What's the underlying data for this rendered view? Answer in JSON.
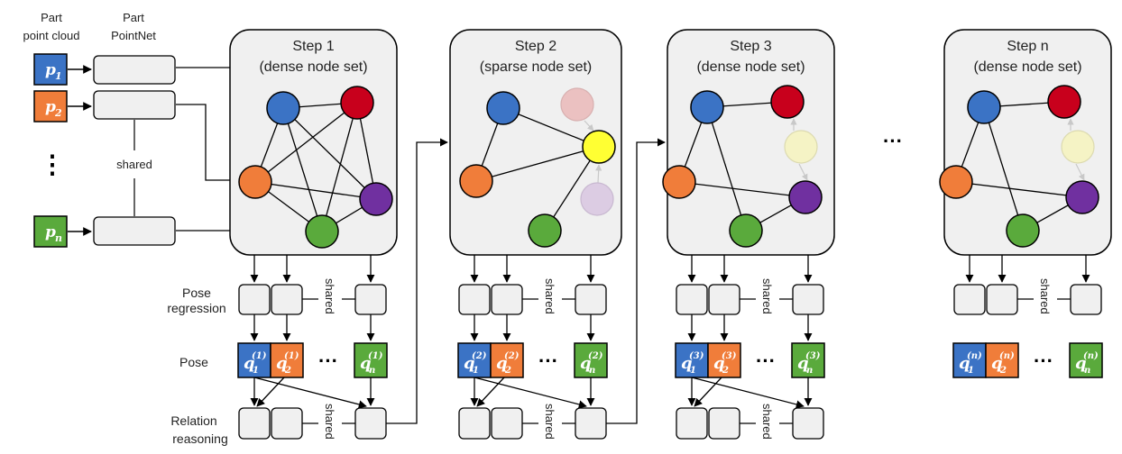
{
  "colors": {
    "blue": "#3b73c5",
    "red": "#c8001c",
    "orange": "#f07d3a",
    "purple": "#7030a0",
    "green": "#5aaa3c",
    "yellow": "#ffff33",
    "faded_red": "#ebc1c1",
    "faded_purple": "#dccce3",
    "faded_yellow": "#f5f3c5",
    "panel_fill": "#f0f0f0",
    "box_fill": "#f0f0f0",
    "stroke": "#000000"
  },
  "left": {
    "header_part": "Part",
    "header_point_cloud": "point cloud",
    "header_part2": "Part",
    "header_pointnet": "PointNet",
    "shared": "shared",
    "dots": "⋮",
    "inputs": [
      {
        "letter": "p",
        "sub": "1",
        "color": "blue"
      },
      {
        "letter": "p",
        "sub": "2",
        "color": "orange"
      },
      {
        "letter": "p",
        "sub": "n",
        "color": "green"
      }
    ]
  },
  "row_labels": {
    "pose_regression_1": "Pose",
    "pose_regression_2": "regression",
    "pose": "Pose",
    "relation_1": "Relation",
    "relation_2": "reasoning"
  },
  "steps": [
    {
      "title": "Step 1",
      "subtitle": "(dense node set)",
      "sup": "(1)"
    },
    {
      "title": "Step 2",
      "subtitle": "(sparse node set)",
      "sup": "(2)"
    },
    {
      "title": "Step 3",
      "subtitle": "(dense node set)",
      "sup": "(3)"
    },
    {
      "title": "Step n",
      "subtitle": "(dense node set)",
      "sup": "(n)"
    }
  ],
  "shared_label": "shared",
  "ellipsis": "···",
  "pose_letter": "q",
  "pose_subs": [
    "1",
    "2",
    "n"
  ]
}
